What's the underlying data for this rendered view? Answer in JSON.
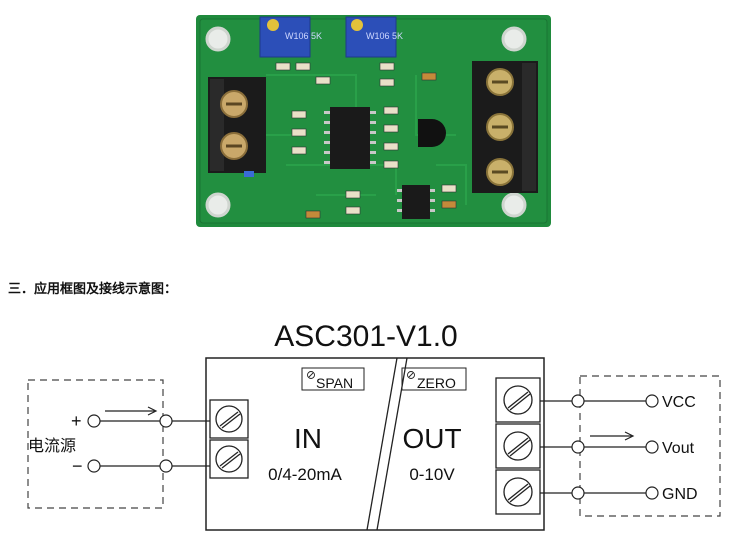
{
  "photo": {
    "pot_left_marking": "W106 5K",
    "pot_right_marking": "W106 5K"
  },
  "caption": "三．应用框图及接线示意图：",
  "diagram": {
    "title": "ASC301-V1.0",
    "span_label": "SPAN",
    "zero_label": "ZERO",
    "in_label": "IN",
    "in_range": "0/4-20mA",
    "out_label": "OUT",
    "out_range": "0-10V",
    "source_label": "电流源",
    "plus_sign": "+",
    "minus_sign": "−",
    "vcc_label": "VCC",
    "vout_label": "Vout",
    "gnd_label": "GND"
  }
}
